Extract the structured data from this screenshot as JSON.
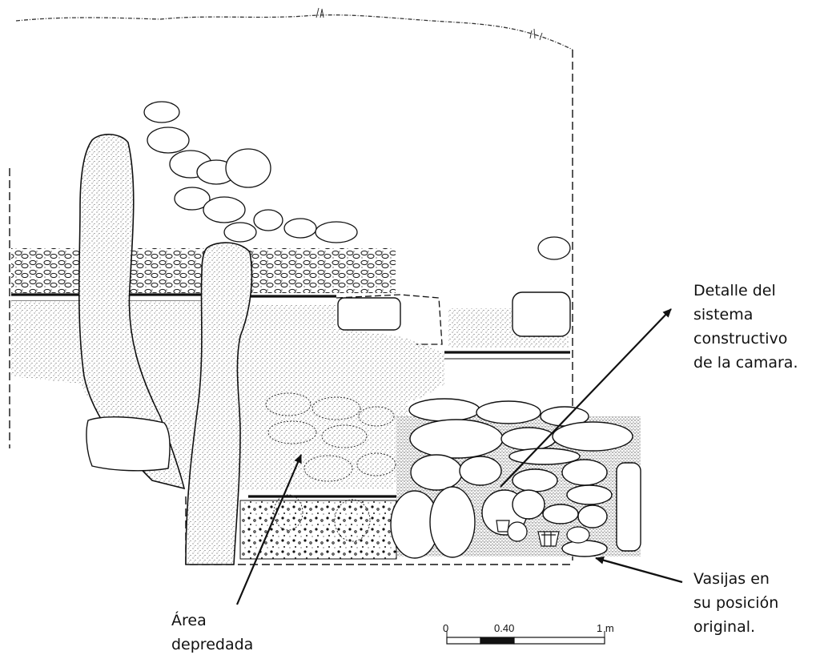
{
  "annotations": {
    "detalle": "Detalle del\nsistema\nconstructivo\nde la camara.",
    "area": "Área\ndepredada",
    "vasijas": "Vasijas en\nsu posición\noriginal."
  },
  "scale_bar": {
    "tick_0": "0",
    "tick_mid": "0.40",
    "tick_end": "1 m"
  }
}
